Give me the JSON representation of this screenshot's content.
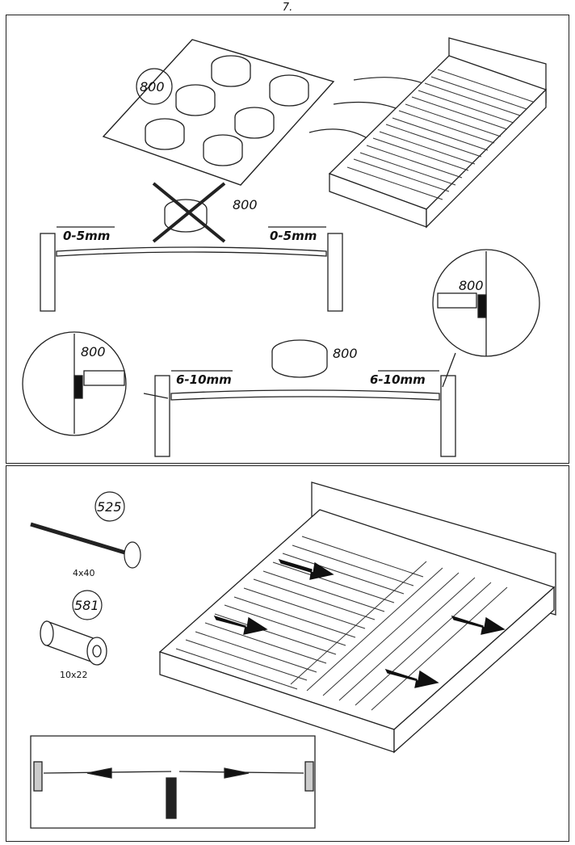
{
  "step": {
    "number": "7."
  },
  "parts": {
    "pad_code": "800",
    "screw_code": "525",
    "screw_size": "4x40",
    "spacer_code": "581",
    "spacer_size": "10x22"
  },
  "gaps": {
    "wrong": "0-5mm",
    "correct": "6-10mm"
  },
  "footer": {
    "page": ""
  }
}
